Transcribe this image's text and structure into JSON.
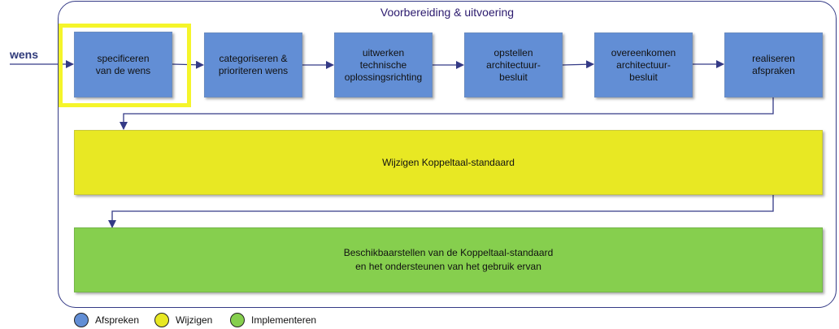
{
  "diagram": {
    "title": "Voorbereiding & uitvoering",
    "input_label": "wens",
    "highlighted_step": "specificeren van de wens",
    "colors": {
      "afspreken": "#628ed5",
      "wijzigen": "#e8e823",
      "implementeren": "#86cf4e",
      "line": "#343a86",
      "highlight": "#f5f52a"
    },
    "steps": [
      {
        "label": "specificeren\nvan de wens"
      },
      {
        "label": "categoriseren &\nprioriteren wens"
      },
      {
        "label": "uitwerken\ntechnische\noplossingsrichting"
      },
      {
        "label": "opstellen\narchitectuur-\nbesluit"
      },
      {
        "label": "overeenkomen\narchitectuur-\nbesluit"
      },
      {
        "label": "realiseren\nafspraken"
      }
    ],
    "phases": [
      {
        "label": "Wijzigen Koppeltaal-standaard"
      },
      {
        "label": "Beschikbaarstellen van de Koppeltaal-standaard\nen het ondersteunen van het gebruik ervan"
      }
    ]
  },
  "legend": [
    {
      "label": "Afspreken",
      "color": "#628ed5"
    },
    {
      "label": "Wijzigen",
      "color": "#e8e823"
    },
    {
      "label": "Implementeren",
      "color": "#86cf4e"
    }
  ]
}
